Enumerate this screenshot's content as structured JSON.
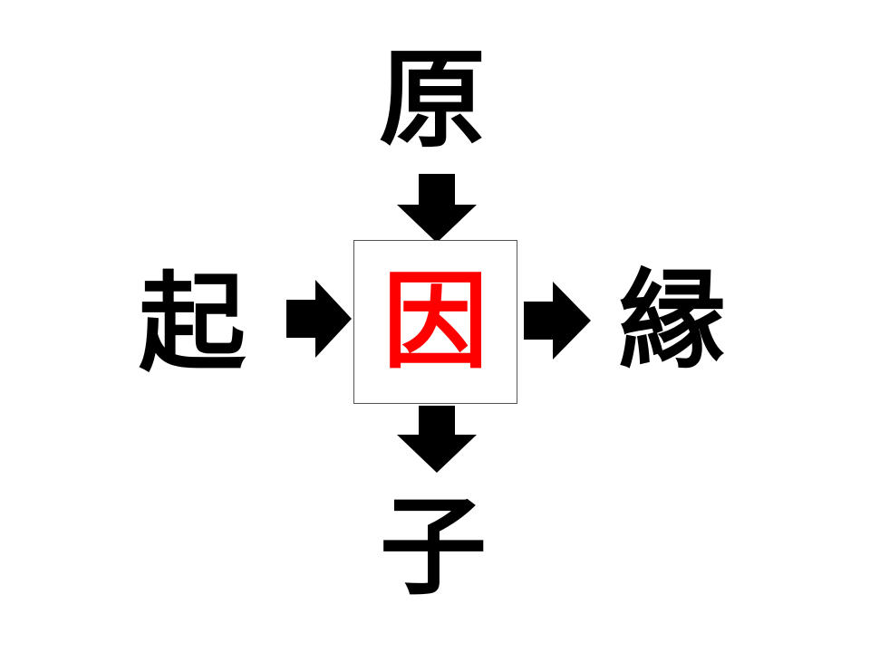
{
  "puzzle": {
    "top": "原",
    "left": "起",
    "right": "縁",
    "bottom": "子",
    "answer": "因"
  },
  "colors": {
    "text": "#000000",
    "answer": "#ff0000",
    "arrow": "#000000",
    "box_border": "#555555"
  },
  "icons": {
    "down_arrow": "down-arrow-icon",
    "right_arrow": "right-arrow-icon"
  }
}
